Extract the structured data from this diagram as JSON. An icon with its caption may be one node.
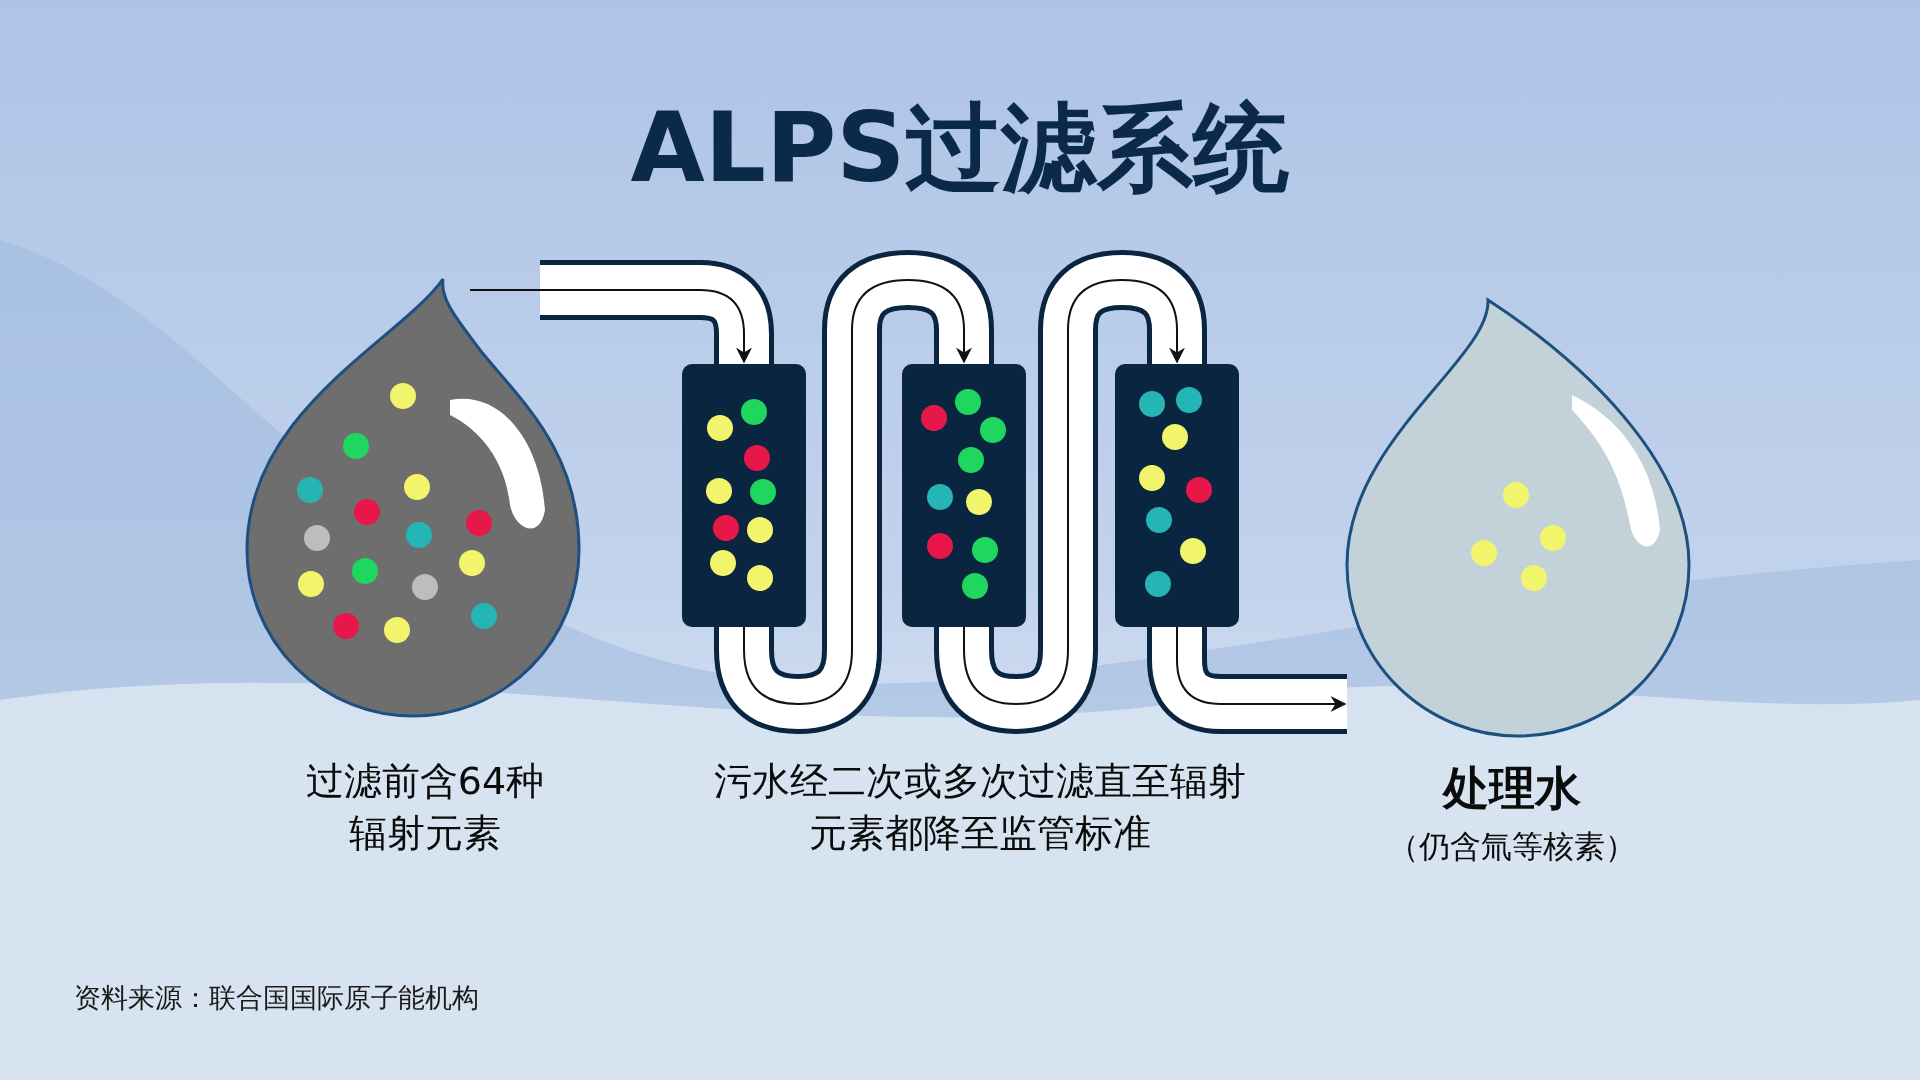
{
  "diagram": {
    "title": "ALPS过滤系统",
    "nodes": [
      {
        "text": [],
        "shape": "drop",
        "beside": [
          "过滤前含64种辐射元素"
        ]
      },
      {
        "text": [],
        "shape": "box"
      },
      {
        "text": [],
        "shape": "box"
      },
      {
        "text": [],
        "shape": "box"
      },
      {
        "text": [],
        "shape": "drop",
        "beside": [
          "处理水",
          "（仍含氚等核素）"
        ]
      }
    ],
    "edges": [
      {
        "from": 0,
        "to": 1,
        "arrow": "to"
      },
      {
        "from": 1,
        "to": 2,
        "arrow": "to"
      },
      {
        "from": 2,
        "to": 3,
        "arrow": "to"
      },
      {
        "from": 3,
        "to": 4,
        "arrow": "to"
      }
    ],
    "labels": [
      "污水经二次或多次过滤直至辐射元素都降至监管标准",
      "资料来源：联合国国际原子能机构"
    ]
  }
}
